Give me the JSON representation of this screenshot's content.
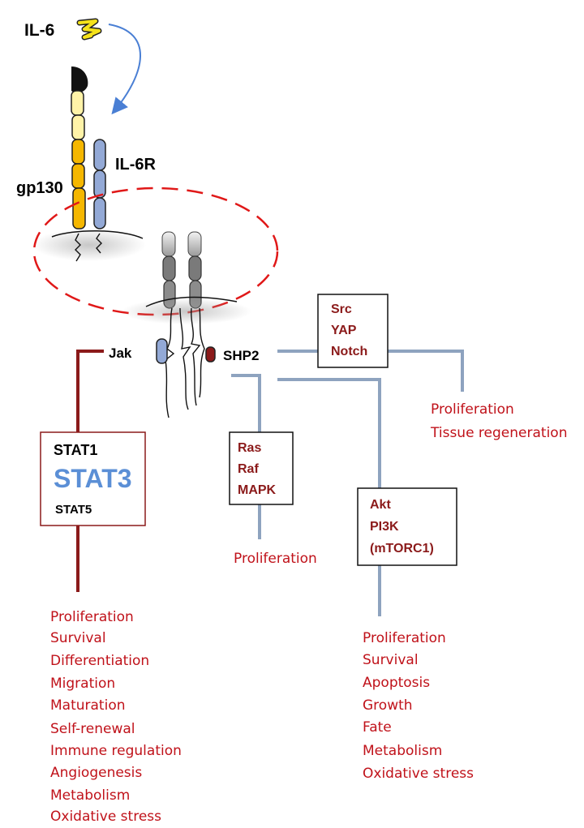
{
  "colors": {
    "dark_red": "#8b1a1a",
    "text_red": "#c0121a",
    "steel_blue": "#8ea3bf",
    "stat3_blue": "#5b8fd6",
    "gp130_yellow": "#f5b700",
    "gp130_light": "#fff3a8",
    "il6r_blue": "#93a9d6",
    "ellipse_red": "#e01818",
    "arrow_blue": "#4a7fd4",
    "il6_yellow": "#f5e21a"
  },
  "ligand": {
    "label": "IL-6",
    "icon": "il6-ligand-icon"
  },
  "receptors": {
    "gp130": "gp130",
    "il6r": "IL-6R"
  },
  "adaptors": {
    "jak": "Jak",
    "shp2": "SHP2"
  },
  "boxes": {
    "stat": {
      "line1": "STAT1",
      "line2": "STAT3",
      "line3": "STAT5"
    },
    "ras": {
      "line1": "Ras",
      "line2": "Raf",
      "line3": "MAPK"
    },
    "src": {
      "line1": "Src",
      "line2": "YAP",
      "line3": "Notch"
    },
    "akt": {
      "line1": "Akt",
      "line2": "PI3K",
      "line3": "(mTORC1)"
    }
  },
  "outcomes": {
    "stat": [
      "Proliferation",
      "Survival",
      "Differentiation",
      "Migration",
      "Maturation",
      "Self-renewal",
      "Immune regulation",
      "Angiogenesis",
      "Metabolism",
      "Oxidative stress"
    ],
    "ras": [
      "Proliferation"
    ],
    "src": [
      "Proliferation",
      "Tissue regeneration"
    ],
    "akt": [
      "Proliferation",
      "Survival",
      "Apoptosis",
      "Growth",
      "Fate",
      "Metabolism",
      "Oxidative stress"
    ]
  }
}
